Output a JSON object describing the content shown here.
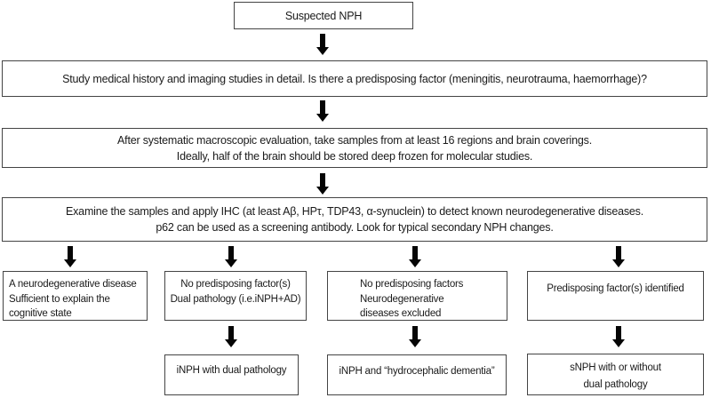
{
  "nodes": {
    "suspected": {
      "text": "Suspected NPH"
    },
    "history": {
      "text": "Study medical history and imaging studies in detail. Is there a predisposing factor (meningitis, neurotrauma, haemorrhage)?"
    },
    "sampling": {
      "line1": "After systematic macroscopic evaluation, take samples from at least 16 regions and brain coverings.",
      "line2": "Ideally, half of the brain should be stored deep frozen for molecular studies."
    },
    "ihc": {
      "line1": "Examine the samples and apply IHC (at least Aβ, HPτ, TDP43, α-synuclein) to detect known neurodegenerative diseases.",
      "line2": "p62 can be used as a screening antibody. Look for typical secondary NPH changes."
    },
    "neurodegenerative_disease": {
      "line1": "A neurodegenerative disease",
      "line2": "Sufficient to explain the",
      "line3": "cognitive state"
    },
    "no_factors_dual": {
      "line1": "No predisposing factor(s)",
      "line2": "Dual pathology (i.e.iNPH+AD)"
    },
    "no_factors_excluded": {
      "line1": "No predisposing factors",
      "line2": "Neurodegenerative",
      "line3": "diseases excluded"
    },
    "factors_identified": {
      "text": "Predisposing factor(s) identified"
    },
    "inph_dual": {
      "text": "iNPH with dual pathology"
    },
    "inph_hydrocephalic": {
      "text": "iNPH and “hydrocephalic dementia”"
    },
    "snph": {
      "line1": "sNPH with or without",
      "line2": "dual pathology"
    }
  },
  "edges": [
    {
      "from": "suspected",
      "to": "history"
    },
    {
      "from": "history",
      "to": "sampling"
    },
    {
      "from": "sampling",
      "to": "ihc"
    },
    {
      "from": "ihc",
      "to": "neurodegenerative_disease"
    },
    {
      "from": "ihc",
      "to": "no_factors_dual"
    },
    {
      "from": "ihc",
      "to": "no_factors_excluded"
    },
    {
      "from": "ihc",
      "to": "factors_identified"
    },
    {
      "from": "no_factors_dual",
      "to": "inph_dual"
    },
    {
      "from": "no_factors_excluded",
      "to": "inph_hydrocephalic"
    },
    {
      "from": "factors_identified",
      "to": "snph"
    }
  ],
  "colors": {
    "box_border": "#444444",
    "arrow": "#050505",
    "text": "#1a1a1a",
    "background": "#ffffff"
  }
}
